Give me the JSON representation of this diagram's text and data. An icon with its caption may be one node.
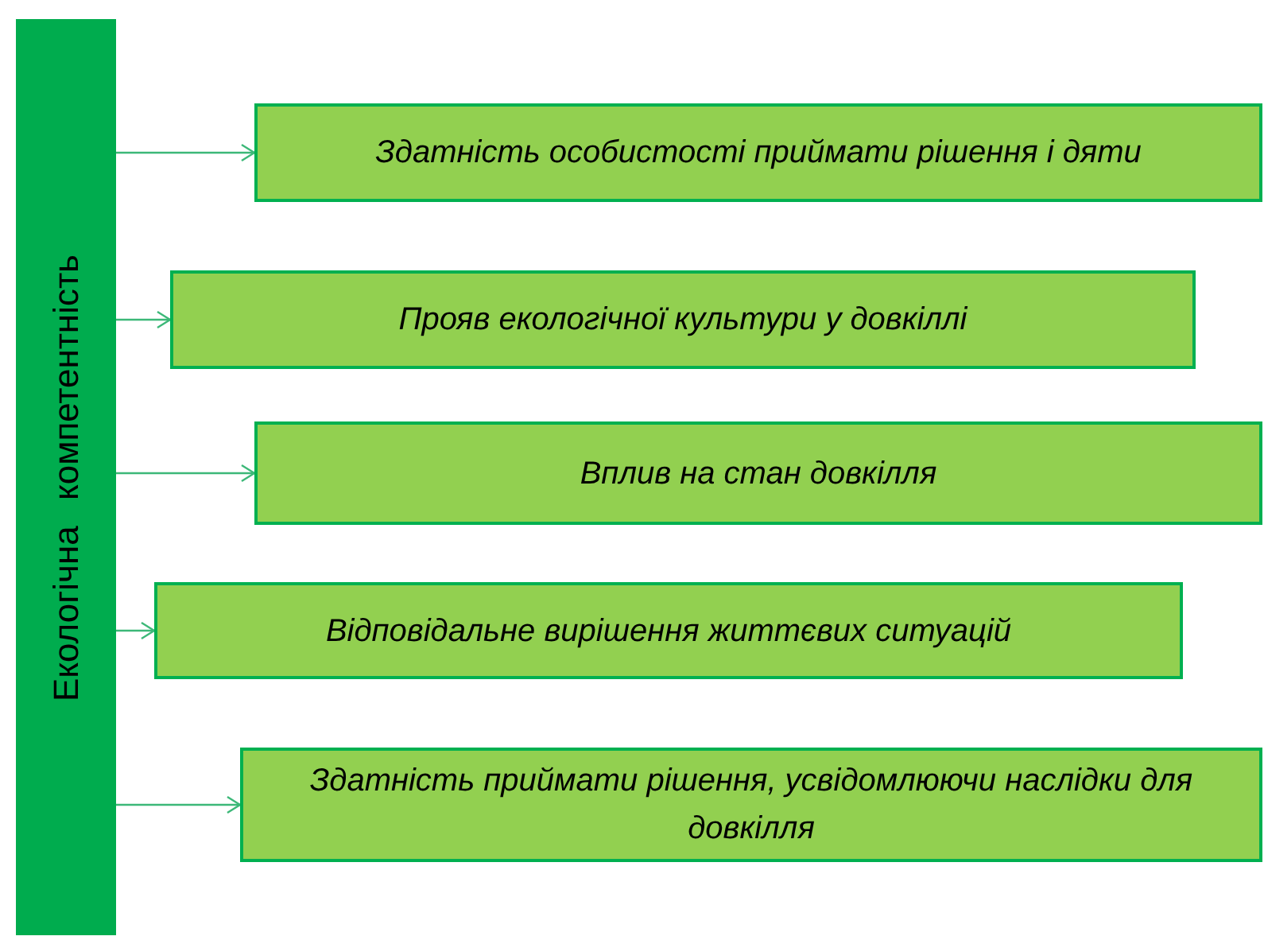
{
  "diagram": {
    "nodes": [
      {
        "text": [
          "Екологічна компетентність"
        ]
      },
      {
        "text": [
          "Здатність особистості приймати рішення і дяти"
        ]
      },
      {
        "text": [
          "Прояв екологічної культури у довкіллі"
        ]
      },
      {
        "text": [
          "Вплив на стан довкілля"
        ]
      },
      {
        "text": [
          "Відповідальне вирішення життєвих ситуацій"
        ]
      },
      {
        "text": [
          "Здатність приймати рішення, усвідомлюючи наслідки для довкілля"
        ]
      }
    ],
    "edges": [
      {
        "from": 0,
        "to": 1,
        "arrow": "to"
      },
      {
        "from": 0,
        "to": 2,
        "arrow": "to"
      },
      {
        "from": 0,
        "to": 3,
        "arrow": "to"
      },
      {
        "from": 0,
        "to": 4,
        "arrow": "to"
      },
      {
        "from": 0,
        "to": 5,
        "arrow": "to"
      }
    ]
  }
}
